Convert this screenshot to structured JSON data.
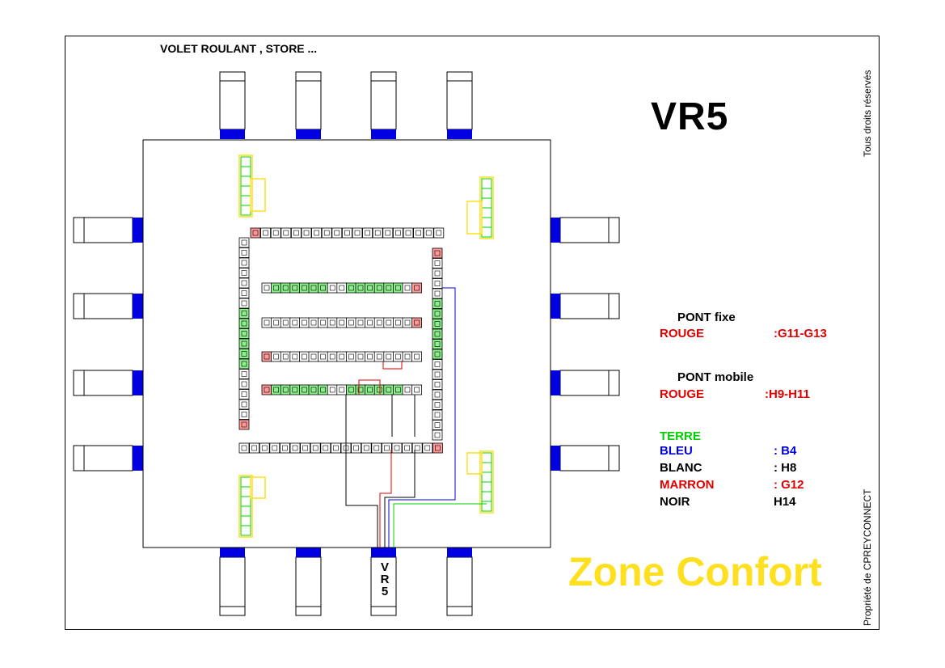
{
  "header": {
    "title": "VOLET ROULANT , STORE ..."
  },
  "circuit": {
    "code": "VR5",
    "plug_label": [
      "V",
      "R",
      "5"
    ]
  },
  "legend": {
    "pont_fixe": {
      "title": "PONT fixe",
      "color": "ROUGE",
      "value": ":G11-G13"
    },
    "pont_mobile": {
      "title": "PONT mobile",
      "color": "ROUGE",
      "value": ":H9-H11"
    },
    "wires": [
      {
        "name": "TERRE",
        "value": "",
        "color": "#00d000"
      },
      {
        "name": "BLEU",
        "value": ": B4",
        "color": "#0000e0"
      },
      {
        "name": "BLANC",
        "value": ": H8",
        "color": "#000000"
      },
      {
        "name": "MARRON",
        "value": ": G12",
        "color": "#e00000"
      },
      {
        "name": "NOIR",
        "value": "H14",
        "color": "#000000"
      }
    ]
  },
  "footer": {
    "rights": "Tous droits réservés",
    "owner": "Propriété de CPREYCONNECT",
    "brand": "Zone Confort"
  },
  "colors": {
    "connector_blue": "#0000e0",
    "bridge_red": "#e00000",
    "green_terminal": "#00d000",
    "yellow_terminal": "#ffe020"
  }
}
